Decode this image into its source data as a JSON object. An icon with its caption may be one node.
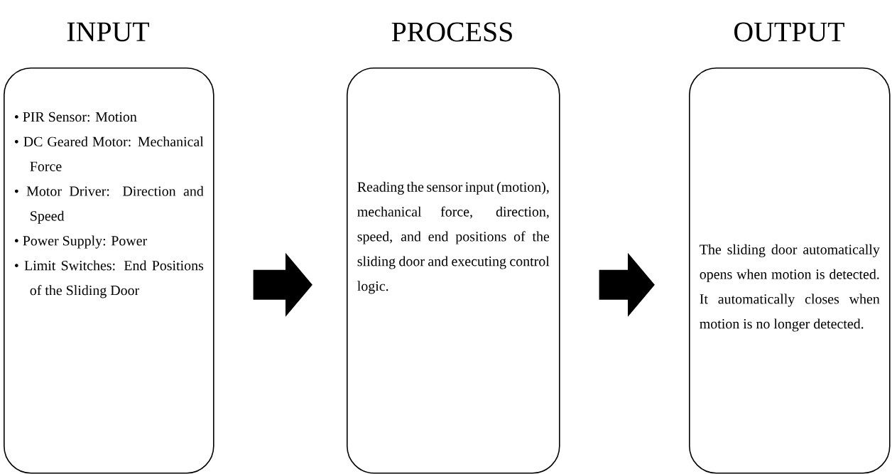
{
  "diagram": {
    "nodes": [
      {
        "text": [
          "INPUT",
          "• PIR Sensor: Motion",
          "• DC Geared Motor: Mechanical Force",
          "• Motor Driver: Direction and Speed",
          "• Power Supply: Power",
          "• Limit Switches: End Positions of the Sliding Door"
        ]
      },
      {
        "text": [
          "PROCESS",
          "Reading the sensor input (motion), mechanical force, direction, speed, and end positions of the sliding door and executing control logic."
        ]
      },
      {
        "text": [
          "OUTPUT",
          "The sliding door automatically opens when motion is detected. It automatically closes when motion is no longer detected."
        ]
      }
    ],
    "edges": [
      {
        "from": 0,
        "to": 1,
        "arrow": "to"
      },
      {
        "from": 1,
        "to": 2,
        "arrow": "to"
      }
    ]
  }
}
